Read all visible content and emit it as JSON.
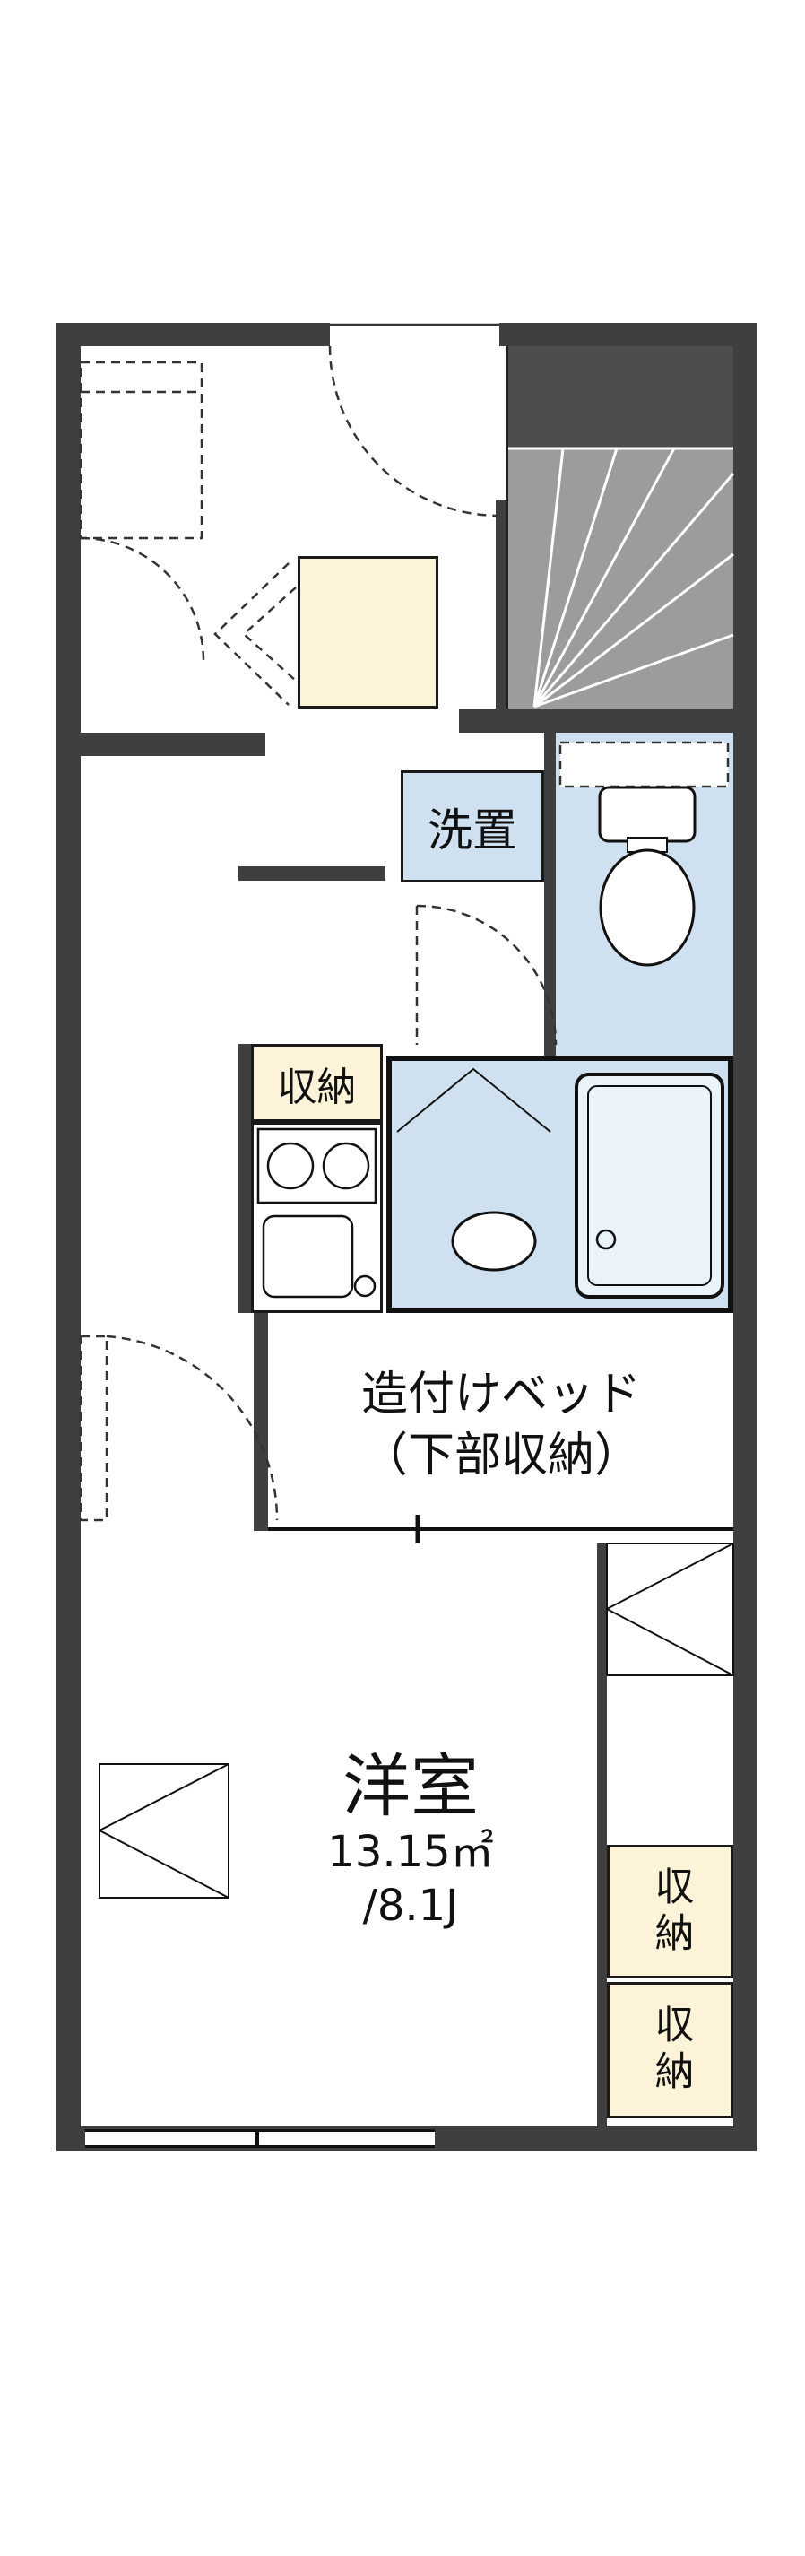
{
  "floorplan": {
    "rooms": {
      "washer": "洗置",
      "kitchen_storage": "収納",
      "bed_line1": "造付けベッド",
      "bed_line2": "（下部収納）",
      "main_room": "洋室",
      "main_room_area_m2": "13.15㎡",
      "main_room_area_jo": "/8.1J",
      "closet_upper": "収納",
      "closet_lower": "収納"
    },
    "colors": {
      "wall": "#3f3f3f",
      "water_area": "#cfe1f0",
      "storage_cream": "#fdf3d9",
      "stair_light": "#9c9c9c",
      "stair_dark": "#4c4c4c"
    }
  }
}
